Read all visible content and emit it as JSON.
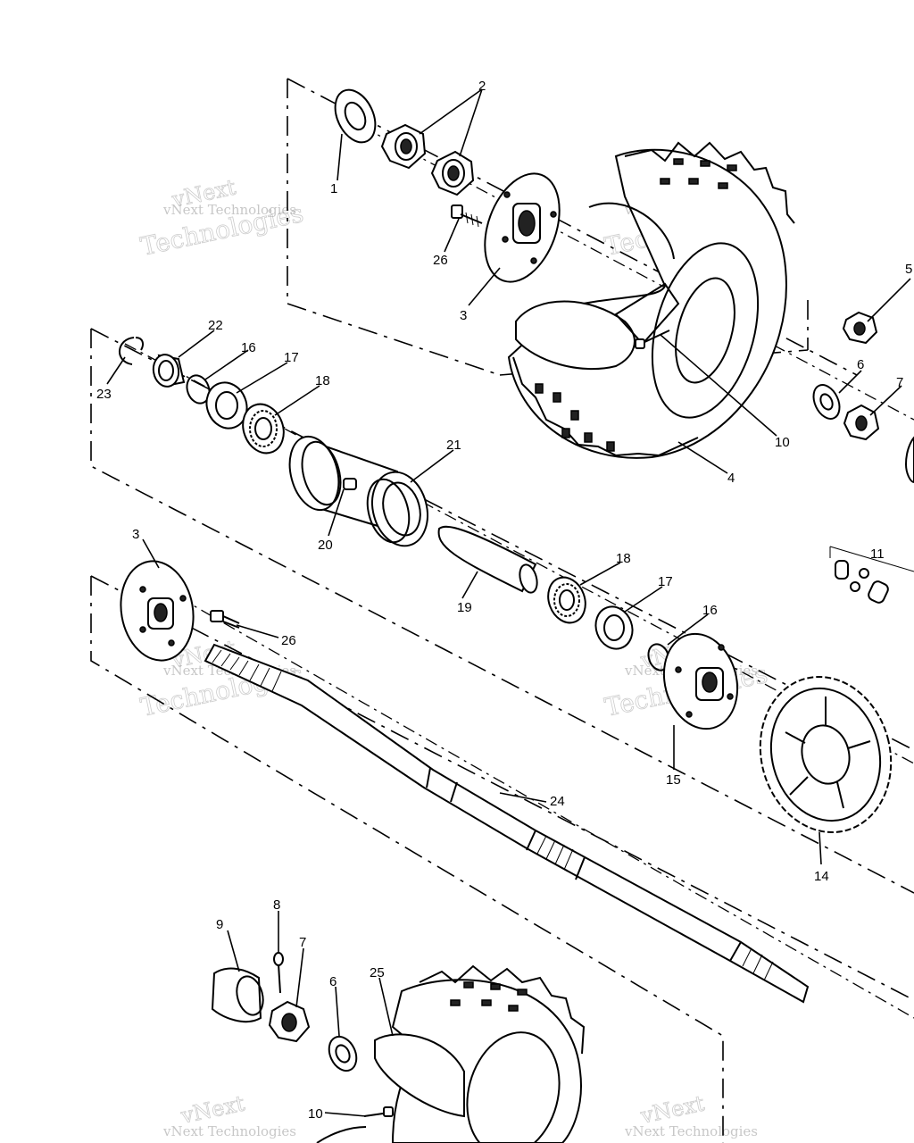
{
  "watermark": {
    "line1": "vNext",
    "line2": "vNext Technologies",
    "line3": "Technologies"
  },
  "callouts": {
    "c1": "1",
    "c2": "2",
    "c3a": "3",
    "c3b": "3",
    "c4": "4",
    "c5": "5",
    "c6a": "6",
    "c6b": "6",
    "c7a": "7",
    "c7b": "7",
    "c8": "8",
    "c9": "9",
    "c10a": "10",
    "c10b": "10",
    "c11": "11",
    "c14": "14",
    "c15": "15",
    "c16a": "16",
    "c16b": "16",
    "c17a": "17",
    "c17b": "17",
    "c18a": "18",
    "c18b": "18",
    "c19": "19",
    "c20": "20",
    "c21": "21",
    "c22": "22",
    "c23": "23",
    "c24": "24",
    "c25": "25",
    "c26a": "26",
    "c26b": "26"
  }
}
